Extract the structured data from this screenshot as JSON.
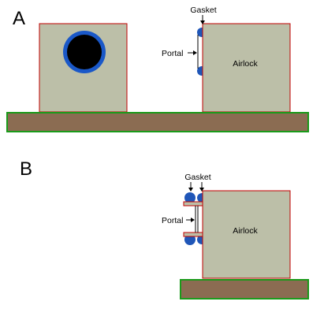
{
  "panels": {
    "a": {
      "letter": "A",
      "gasket_label": "Gasket",
      "portal_label": "Portal",
      "airlock_label": "Airlock"
    },
    "b": {
      "letter": "B",
      "gasket_label": "Gasket",
      "portal_label": "Portal",
      "airlock_label": "Airlock"
    }
  },
  "colors": {
    "box_fill": "#bcbfa8",
    "box_stroke": "#c00000",
    "ground_fill": "#8b6c52",
    "ground_stroke": "#1a9a1a",
    "gasket_fill": "#1f56b8",
    "ring_outer": "#1a58c8",
    "ring_inner": "#000000"
  }
}
